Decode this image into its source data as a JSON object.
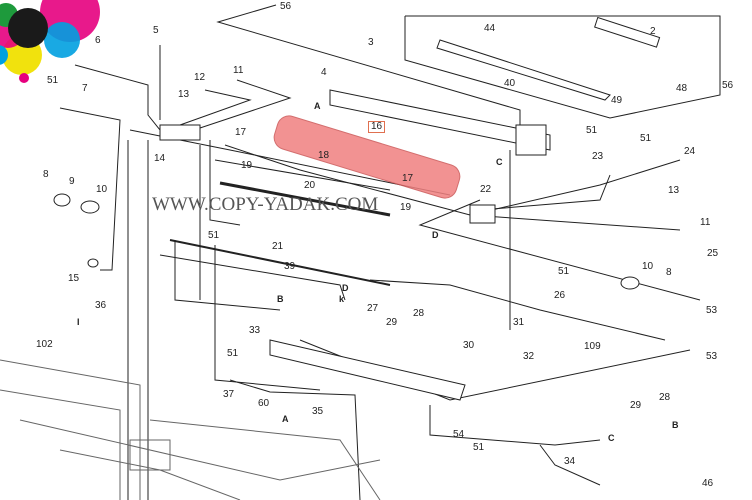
{
  "watermark": "WWW.COPY-YADAK.COM",
  "highlight_color": "#f08080",
  "logo_colors": [
    "#e6007e",
    "#00a0e0",
    "#f0e000",
    "#1a1a1a",
    "#1e9a3c",
    "#2a2a9a"
  ],
  "callouts": [
    "56",
    "5",
    "6",
    "3",
    "44",
    "2",
    "51",
    "7",
    "12",
    "11",
    "13",
    "4",
    "40",
    "49",
    "48",
    "56",
    "A",
    "16",
    "51",
    "17",
    "14",
    "19",
    "18",
    "C",
    "23",
    "51",
    "24",
    "13",
    "8",
    "9",
    "10",
    "20",
    "17",
    "19",
    "22",
    "11",
    "D",
    "21",
    "51",
    "25",
    "15",
    "39",
    "D",
    "B",
    "k",
    "27",
    "51",
    "10",
    "8",
    "26",
    "36",
    "I",
    "28",
    "29",
    "31",
    "53",
    "33",
    "102",
    "30",
    "32",
    "109",
    "53",
    "51",
    "37",
    "60",
    "28",
    "29",
    "A",
    "35",
    "B",
    "54",
    "C",
    "51",
    "34",
    "46"
  ]
}
